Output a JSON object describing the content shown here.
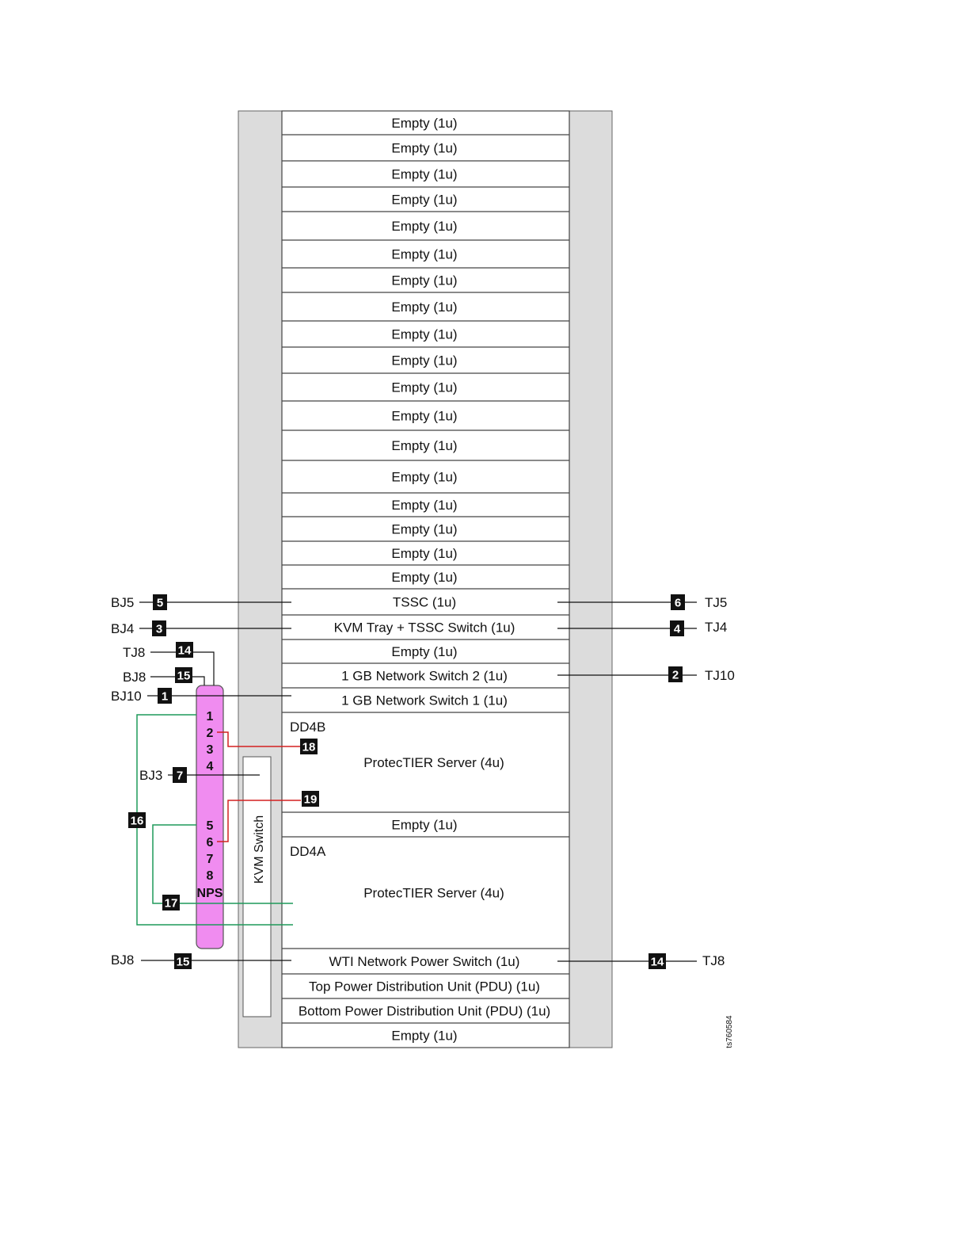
{
  "slots": [
    {
      "label": "Empty (1u)"
    },
    {
      "label": "Empty (1u)"
    },
    {
      "label": "Empty (1u)"
    },
    {
      "label": "Empty (1u)"
    },
    {
      "label": "Empty (1u)"
    },
    {
      "label": "Empty (1u)"
    },
    {
      "label": "Empty (1u)"
    },
    {
      "label": "Empty (1u)"
    },
    {
      "label": "Empty (1u)"
    },
    {
      "label": "Empty (1u)"
    },
    {
      "label": "Empty (1u)"
    },
    {
      "label": "Empty (1u)"
    },
    {
      "label": "Empty (1u)"
    },
    {
      "label": "Empty (1u)"
    },
    {
      "label": "Empty (1u)"
    },
    {
      "label": "Empty (1u)"
    },
    {
      "label": "Empty (1u)"
    },
    {
      "label": "Empty (1u)"
    },
    {
      "label": "TSSC (1u)"
    },
    {
      "label": "KVM Tray + TSSC Switch (1u)"
    },
    {
      "label": "Empty (1u)"
    },
    {
      "label": "1 GB Network Switch 2 (1u)"
    },
    {
      "label": "1 GB Network Switch 1 (1u)"
    },
    {
      "label": "ProtecTIER Server (4u)",
      "tag": "DD4B"
    },
    {
      "label": "Empty (1u)"
    },
    {
      "label": "ProtecTIER Server (4u)",
      "tag": "DD4A"
    },
    {
      "label": "WTI Network Power Switch (1u)"
    },
    {
      "label": "Top Power Distribution Unit (PDU) (1u)"
    },
    {
      "label": "Bottom Power Distribution Unit (PDU) (1u)"
    },
    {
      "label": "Empty (1u)"
    }
  ],
  "left_labels": [
    "BJ5",
    "BJ4",
    "TJ8",
    "BJ8",
    "BJ10",
    "BJ3",
    "BJ8"
  ],
  "right_labels": [
    "TJ5",
    "TJ4",
    "TJ10",
    "TJ8"
  ],
  "callouts": [
    "5",
    "3",
    "14",
    "15",
    "1",
    "7",
    "16",
    "17",
    "18",
    "19",
    "15",
    "6",
    "4",
    "2",
    "14"
  ],
  "nps": {
    "ports": [
      "1",
      "2",
      "3",
      "4",
      "5",
      "6",
      "7",
      "8"
    ],
    "title": "NPS",
    "color": "#f08cf0"
  },
  "kvm_switch": {
    "label": "KVM Switch"
  },
  "figure_id": "ts760584",
  "colors": {
    "rack_side": "#dcdcdc",
    "green_cable": "#1e9a5a",
    "red_cable": "#d42020",
    "callout_bg": "#111111"
  }
}
